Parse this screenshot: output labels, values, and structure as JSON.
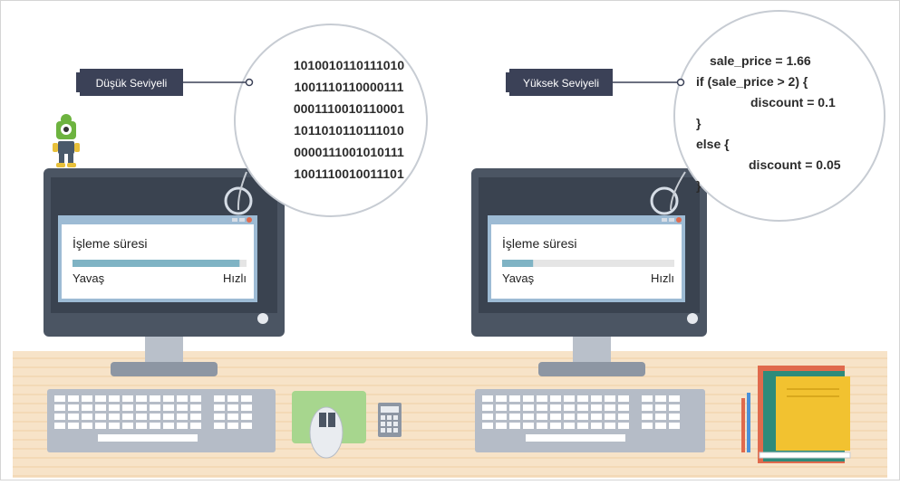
{
  "left_panel": {
    "tag_label": "Düşük Seviyeli",
    "bubble_lines": [
      "1010010110111010",
      "1001110110000111",
      "0001110010110001",
      "1011010110111010",
      "0000111001010111",
      "1001110010011101"
    ],
    "window": {
      "title": "İşleme süresi",
      "slow_label": "Yavaş",
      "fast_label": "Hızlı",
      "progress": 0.96
    }
  },
  "right_panel": {
    "tag_label": "Yüksek Seviyeli",
    "bubble_lines": [
      "sale_price = 1.66",
      "if (sale_price > 2) {",
      "discount = 0.1",
      "}",
      "else {",
      "discount = 0.05",
      "}"
    ],
    "window": {
      "title": "İşleme süresi",
      "slow_label": "Yavaş",
      "fast_label": "Hızlı",
      "progress": 0.18
    }
  },
  "colors": {
    "desk": "#f7e3c8",
    "monitor": "#4b5563",
    "screen": "#d6dde6",
    "tag": "#3b4157",
    "progress_fill": "#7fb3c4",
    "mousepad": "#a7d68e",
    "keyboard": "#b5bcc7"
  },
  "icons": [
    "robot-mascot-icon",
    "calculator-icon",
    "mouse-icon",
    "books-icon",
    "pens-icon"
  ]
}
